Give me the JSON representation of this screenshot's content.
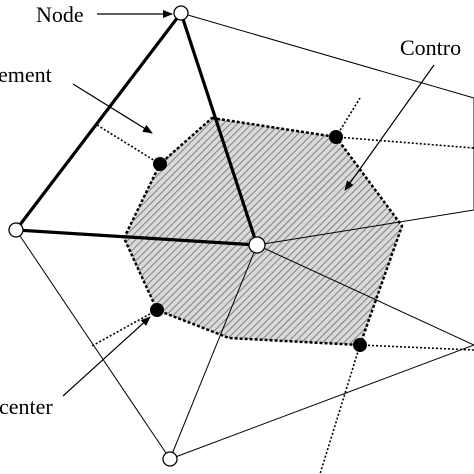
{
  "labels": {
    "node": "Node",
    "element": "ement",
    "control": "Contro",
    "center": "center"
  },
  "colors": {
    "line": "#000000",
    "node_fill": "#ffffff",
    "centroid_fill": "#000000",
    "volume_fill": "#d9d9d9",
    "hatch": "#6b6b6b",
    "background": "#ffffff"
  }
}
